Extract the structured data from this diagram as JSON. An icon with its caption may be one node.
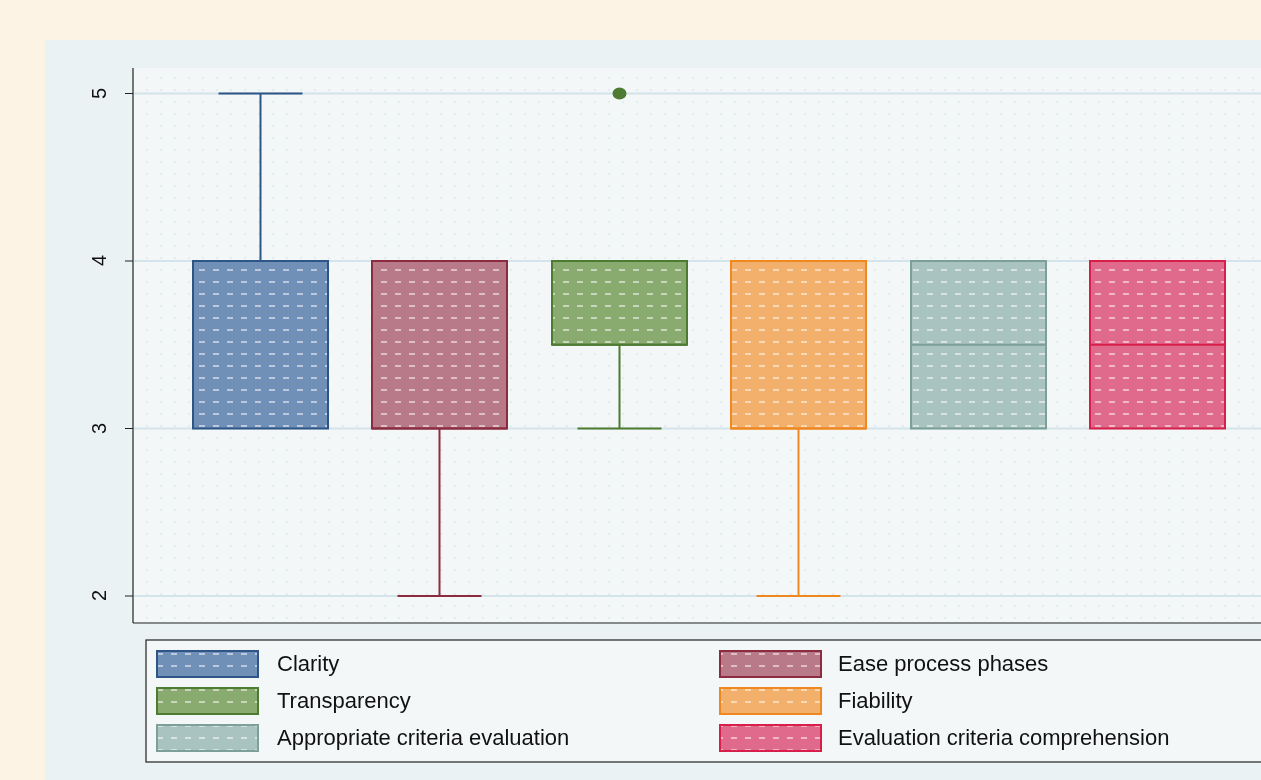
{
  "diagram": {
    "labels": [
      "5",
      "4",
      "3",
      "2"
    ],
    "legend": [
      {
        "text": "Clarity",
        "color": "#7090b8"
      },
      {
        "text": "Ease process phases",
        "color": "#b87a88"
      },
      {
        "text": "Transparency",
        "color": "#8aab70"
      },
      {
        "text": "Fiability",
        "color": "#f2b06c"
      },
      {
        "text": "Appropriate criteria evaluation",
        "color": "#a9c4c0"
      },
      {
        "text": "Evaluation criteria comprehension",
        "color": "#e06a8c"
      }
    ]
  }
}
